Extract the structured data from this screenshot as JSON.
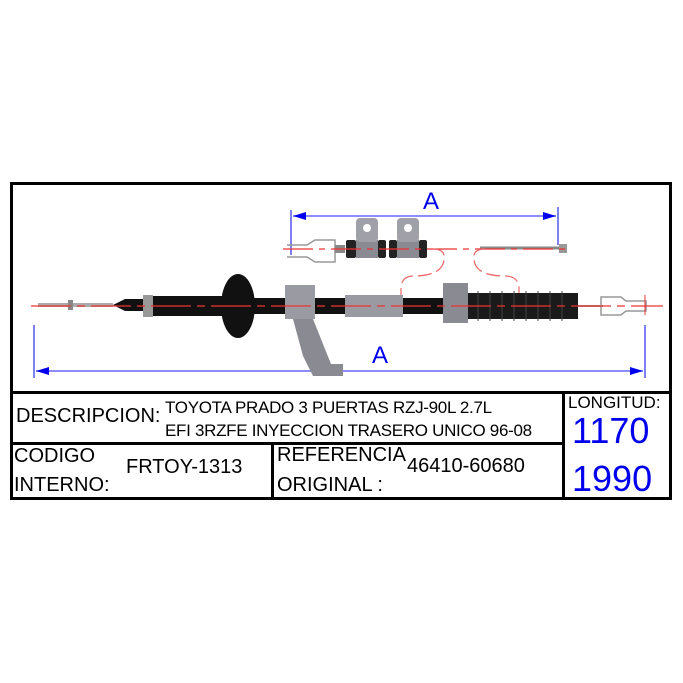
{
  "drawing": {
    "dimension_label_top": "A",
    "dimension_label_bottom": "A",
    "colors": {
      "dimension": "#0000ee",
      "centerline": "#ee3333",
      "cable": "#111111",
      "metal": "#8a8a92"
    }
  },
  "title_block": {
    "descripcion_label": "DESCRIPCION:",
    "descripcion_line1": "TOYOTA PRADO 3 PUERTAS RZJ-90L 2.7L",
    "descripcion_line2": "EFI 3RZFE INYECCION TRASERO UNICO 96-08",
    "codigo_label_line1": "CODIGO",
    "codigo_label_line2": "INTERNO:",
    "codigo_value": "FRTOY-1313",
    "referencia_label_line1": "REFERENCIA",
    "referencia_label_line2": "ORIGINAL :",
    "referencia_value": "46410-60680",
    "longitud_label": "LONGITUD:",
    "longitud_value1": "1170",
    "longitud_value2": "1990"
  }
}
